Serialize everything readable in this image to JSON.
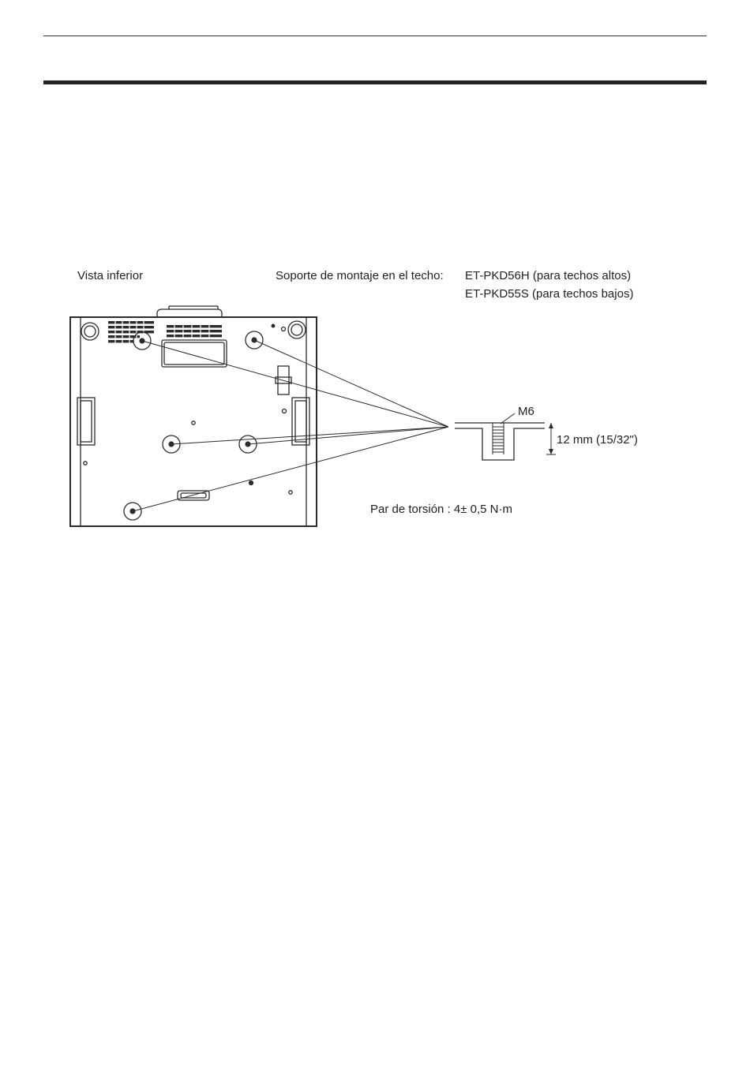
{
  "labels": {
    "bottom_view": "Vista inferior",
    "bracket_prefix": "Soporte de montaje en el techo:",
    "bracket_high": "ET-PKD56H (para techos altos)",
    "bracket_low": "ET-PKD55S (para techos bajos)",
    "screw_size": "M6",
    "screw_depth": "12 mm (15/32\")",
    "torque": "Par de torsión : 4± 0,5 N·m"
  },
  "colors": {
    "line": "#2b2b2b",
    "text": "#222222"
  }
}
